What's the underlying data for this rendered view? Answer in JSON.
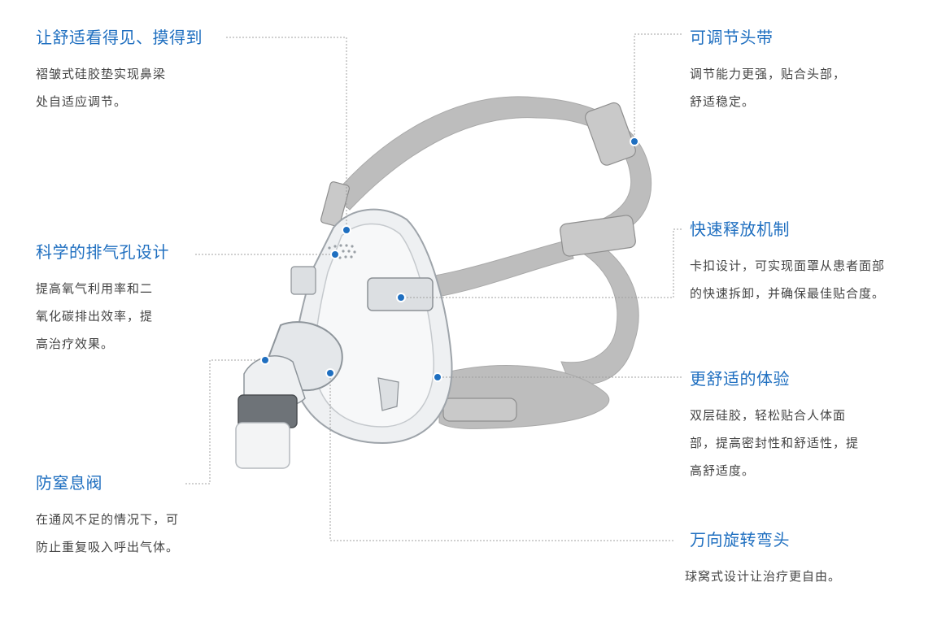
{
  "callouts": [
    {
      "title": "让舒适看得见、摸得到",
      "lines": [
        "褶皱式硅胶垫实现鼻梁",
        "处自适应调节。"
      ]
    },
    {
      "title": "科学的排气孔设计",
      "lines": [
        "提高氧气利用率和二",
        "氧化碳排出效率，提",
        "高治疗效果。"
      ]
    },
    {
      "title": "防窒息阀",
      "lines": [
        "在通风不足的情况下，可",
        "防止重复吸入呼出气体。"
      ]
    },
    {
      "title": "可调节头带",
      "lines": [
        "调节能力更强，贴合头部，",
        "舒适稳定。"
      ]
    },
    {
      "title": "快速释放机制",
      "lines": [
        "卡扣设计，可实现面罩从患者面部",
        "的快速拆卸，并确保最佳贴合度。"
      ]
    },
    {
      "title": "更舒适的体验",
      "lines": [
        "双层硅胶，轻松贴合人体面",
        "部，提高密封性和舒适性，提",
        "高舒适度。"
      ]
    },
    {
      "title": "万向旋转弯头",
      "lines": [
        "球窝式设计让治疗更自由。"
      ]
    }
  ],
  "colors": {
    "accent": "#1f6fc0",
    "text": "#444444",
    "strap": "#b8b8b8",
    "leader": "#999999"
  }
}
